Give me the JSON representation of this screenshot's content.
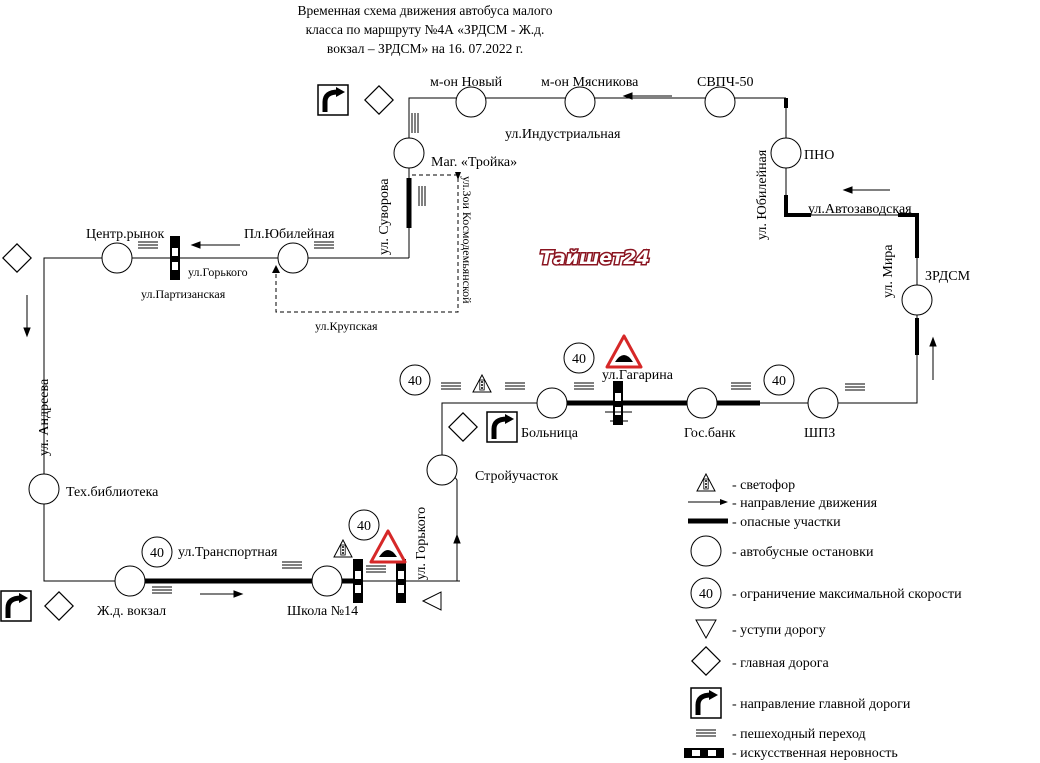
{
  "title": {
    "line1": "Временная схема движения автобуса  малого",
    "line2": "класса  по маршруту №4А «ЗРДСМ - Ж.д.",
    "line3": "вокзал – ЗРДСМ»   на  16. 07.2022 г."
  },
  "watermark": "Тайшет24",
  "stops": {
    "mkr_novy": "м-он Новый",
    "mkr_myasnikova": "м-он Мясникова",
    "svpch": "СВПЧ-50",
    "pno": "ПНО",
    "mag_troika": "Маг. «Тройка»",
    "tsentr_rynok": "Центр.рынок",
    "pl_yubileinaya": "Пл.Юбилейная",
    "zrdsm": "ЗРДСМ",
    "tekh_biblioteka": "Тех.библиотека",
    "zhd_vokzal": "Ж.д. вокзал",
    "shkola14": "Школа №14",
    "stroyuchastok": "Стройучасток",
    "bolnitsa": "Больница",
    "gos_bank": "Гос.банк",
    "shpz": "ШПЗ"
  },
  "streets": {
    "industrialnaya": "ул.Индустриальная",
    "yubileinaya": "ул. Юбилейная",
    "avtozavodskaya": "ул.Автозаводская",
    "mira": "ул. Мира",
    "suvorova": "ул. Суворова",
    "zoi_kosmodemyanskoi": "ул.Зои  Космодемьянской",
    "gorkogo_top": "ул.Горького",
    "partizanskaya": "ул.Партизанская",
    "krupskaya": "ул.Крупская",
    "andreeva": "ул. Андреева",
    "transportnaya": "ул.Транспортная",
    "gorkogo": "ул. Горького",
    "gagarina": "ул.Гагарина"
  },
  "speed_limit": "40",
  "legend": [
    {
      "icon": "traffic-light-icon",
      "label": "- светофор"
    },
    {
      "icon": "arrow-icon",
      "label": "- направление движения"
    },
    {
      "icon": "thick-line-icon",
      "label": "- опасные участки"
    },
    {
      "icon": "bus-stop-icon",
      "label": "- автобусные остановки"
    },
    {
      "icon": "speed-limit-icon",
      "label": "- ограничение максимальной  скорости"
    },
    {
      "icon": "yield-icon",
      "label": "- уступи дорогу"
    },
    {
      "icon": "main-road-icon",
      "label": "- главная дорога"
    },
    {
      "icon": "main-road-direction-icon",
      "label": "- направление главной дороги"
    },
    {
      "icon": "crosswalk-icon",
      "label": "- пешеходный переход"
    },
    {
      "icon": "speed-bump-icon",
      "label": "- искусственная неровность"
    }
  ],
  "colors": {
    "ink": "#000000",
    "warning_red": "#d62828",
    "watermark": "#8a1420"
  }
}
